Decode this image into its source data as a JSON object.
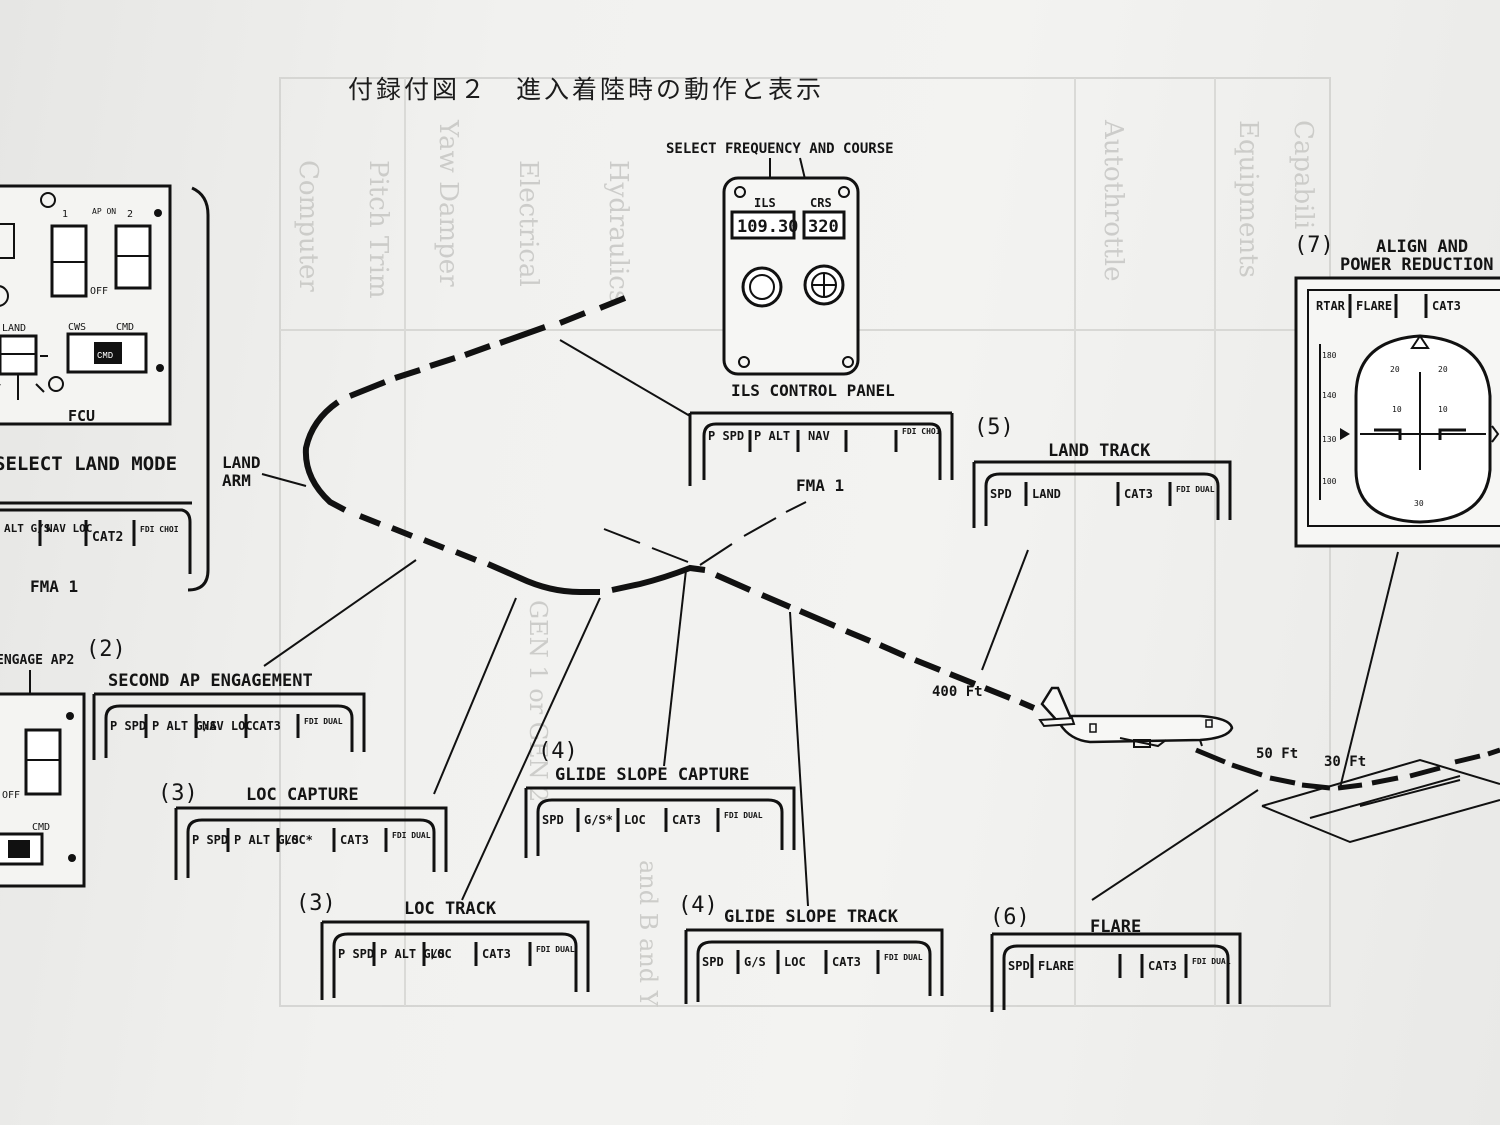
{
  "title": "付録付図２　進入着陸時の動作と表示",
  "ils_panel": {
    "heading": "SELECT FREQUENCY AND COURSE",
    "ils_tag": "ILS",
    "crs_tag": "CRS",
    "frequency": "109.30",
    "course": "320",
    "caption": "ILS CONTROL PANEL"
  },
  "fcu": {
    "caption": "FCU",
    "ap1": "1",
    "ap_on": "AP ON",
    "ap2": "2",
    "off": "OFF",
    "land": "LAND",
    "cws": "CWS",
    "cmd": "CMD",
    "select_mode": "SELECT LAND MODE"
  },
  "land_arm": {
    "line1": "LAND",
    "line2": "ARM"
  },
  "fma_left": {
    "cells": [
      "ALT G/S",
      "NAV LOC",
      "CAT2",
      "FDI CHOI"
    ],
    "caption": "FMA 1"
  },
  "fma_top": {
    "cells": [
      "P SPD",
      "P ALT",
      "NAV",
      "",
      "FDI CHOI"
    ],
    "caption": "FMA 1"
  },
  "engage_ap2": {
    "label": "ENGAGE AP2",
    "off": "OFF",
    "cmd": "CMD"
  },
  "phases": [
    {
      "num": "(2)",
      "title": "SECOND AP ENGAGEMENT",
      "cells": [
        "P SPD",
        "P ALT G/S",
        "NAV LOC",
        "CAT3",
        "FDI DUAL"
      ]
    },
    {
      "num": "(3)",
      "title": "LOC CAPTURE",
      "cells": [
        "P SPD",
        "P ALT G/S",
        "LOC*",
        "CAT3",
        "FDI DUAL"
      ]
    },
    {
      "num": "(3)",
      "title": "LOC TRACK",
      "cells": [
        "P SPD",
        "P ALT G/S",
        "LOC",
        "CAT3",
        "FDI DUAL"
      ]
    },
    {
      "num": "(4)",
      "title": "GLIDE SLOPE CAPTURE",
      "cells": [
        "SPD",
        "G/S*",
        "LOC",
        "CAT3",
        "FDI DUAL"
      ]
    },
    {
      "num": "(4)",
      "title": "GLIDE SLOPE TRACK",
      "cells": [
        "SPD",
        "G/S",
        "LOC",
        "CAT3",
        "FDI DUAL"
      ]
    },
    {
      "num": "(5)",
      "title": "LAND TRACK",
      "cells": [
        "SPD",
        "LAND",
        "CAT3",
        "FDI DUAL"
      ]
    },
    {
      "num": "(6)",
      "title": "FLARE",
      "cells": [
        "SPD",
        "FLARE",
        "",
        "CAT3",
        "FDI DUAL"
      ]
    },
    {
      "num": "(7)",
      "title": "ALIGN AND",
      "title2": "POWER REDUCTION",
      "cells": [
        "RTAR",
        "FLARE",
        "",
        "CAT3"
      ]
    }
  ],
  "altitudes": {
    "a400": "400 Ft",
    "a50": "50 Ft",
    "a30": "30 Ft"
  },
  "pfd": {
    "s180": "180",
    "s140": "140",
    "s130": "130",
    "s100": "100",
    "p20a": "20",
    "p20b": "20",
    "p10a": "10",
    "p10b": "10",
    "p30": "30"
  }
}
